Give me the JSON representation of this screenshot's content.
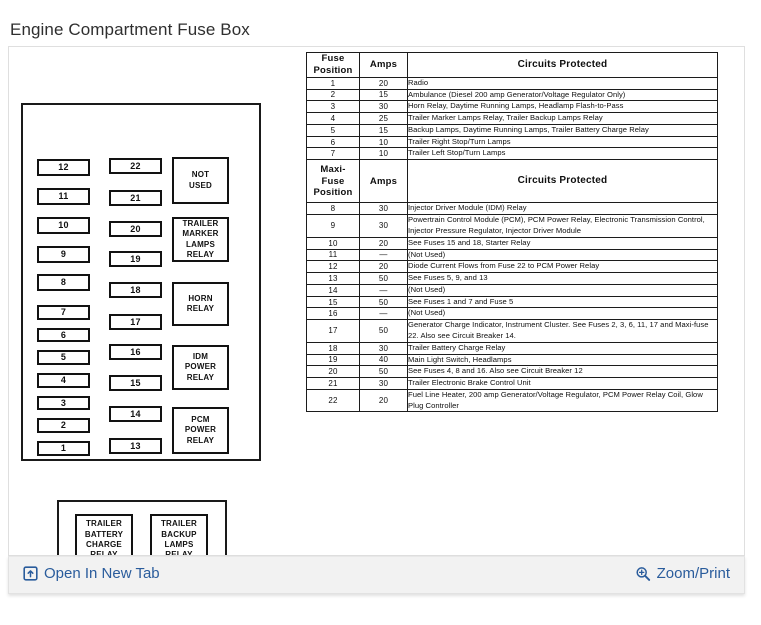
{
  "page": {
    "title": "Engine Compartment Fuse Box"
  },
  "diagram": {
    "name": "engine-compartment-fuse-box-diagram",
    "fuse_column_left": [
      "12",
      "11",
      "10",
      "9",
      "8",
      "7",
      "6",
      "5",
      "4",
      "3",
      "2",
      "1"
    ],
    "fuse_column_right": [
      "22",
      "21",
      "20",
      "19",
      "18",
      "17",
      "16",
      "15",
      "14",
      "13"
    ],
    "relays": [
      "NOT\nUSED",
      "TRAILER\nMARKER\nLAMPS\nRELAY",
      "HORN\nRELAY",
      "IDM\nPOWER\nRELAY",
      "PCM\nPOWER\nRELAY"
    ],
    "lower_relays": [
      "TRAILER\nBATTERY\nCHARGE\nRELAY",
      "TRAILER\nBACKUP\nLAMPS\nRELAY"
    ]
  },
  "table": {
    "headers": {
      "position": "Fuse\nPosition",
      "amps": "Amps",
      "circuits": "Circuits Protected"
    },
    "subheaders": {
      "position": "Maxi-Fuse\nPosition",
      "amps": "Amps",
      "circuits": "Circuits Protected"
    },
    "fuse_rows": [
      {
        "position": "1",
        "amps": "20",
        "circuits": "Radio"
      },
      {
        "position": "2",
        "amps": "15",
        "circuits": "Ambulance (Diesel 200 amp Generator/Voltage Regulator Only)"
      },
      {
        "position": "3",
        "amps": "30",
        "circuits": "Horn Relay, Daytime Running Lamps, Headlamp Flash-to-Pass"
      },
      {
        "position": "4",
        "amps": "25",
        "circuits": "Trailer Marker Lamps Relay, Trailer Backup Lamps Relay"
      },
      {
        "position": "5",
        "amps": "15",
        "circuits": "Backup Lamps, Daytime Running Lamps, Trailer Battery Charge Relay"
      },
      {
        "position": "6",
        "amps": "10",
        "circuits": "Trailer Right Stop/Turn Lamps"
      },
      {
        "position": "7",
        "amps": "10",
        "circuits": "Trailer Left Stop/Turn Lamps"
      }
    ],
    "maxi_fuse_rows": [
      {
        "position": "8",
        "amps": "30",
        "circuits": "Injector Driver Module (IDM) Relay"
      },
      {
        "position": "9",
        "amps": "30",
        "circuits": "Powertrain Control Module (PCM), PCM Power Relay, Electronic Transmission Control, Injector Pressure Regulator, Injector Driver Module"
      },
      {
        "position": "10",
        "amps": "20",
        "circuits": "See Fuses 15 and 18, Starter Relay"
      },
      {
        "position": "11",
        "amps": "—",
        "circuits": "(Not Used)"
      },
      {
        "position": "12",
        "amps": "20",
        "circuits": "Diode Current Flows from Fuse 22 to PCM Power Relay"
      },
      {
        "position": "13",
        "amps": "50",
        "circuits": "See Fuses 5, 9, and 13"
      },
      {
        "position": "14",
        "amps": "—",
        "circuits": "(Not Used)"
      },
      {
        "position": "15",
        "amps": "50",
        "circuits": "See Fuses 1 and 7 and Fuse 5"
      },
      {
        "position": "16",
        "amps": "—",
        "circuits": "(Not Used)"
      },
      {
        "position": "17",
        "amps": "50",
        "circuits": "Generator Charge Indicator, Instrument Cluster.  See Fuses 2, 3, 6, 11, 17 and Maxi-fuse 22.  Also see Circuit Breaker 14."
      },
      {
        "position": "18",
        "amps": "30",
        "circuits": "Trailer Battery Charge Relay"
      },
      {
        "position": "19",
        "amps": "40",
        "circuits": "Main Light Switch, Headlamps"
      },
      {
        "position": "20",
        "amps": "50",
        "circuits": "See Fuses 4, 8 and 16. Also see Circuit Breaker 12"
      },
      {
        "position": "21",
        "amps": "30",
        "circuits": "Trailer Electronic Brake Control Unit"
      },
      {
        "position": "22",
        "amps": "20",
        "circuits": "Fuel Line Heater, 200 amp Generator/Voltage Regulator, PCM Power Relay Coil, Glow Plug Controller"
      }
    ]
  },
  "actions": {
    "open_new_tab": "Open In New Tab",
    "zoom_print": "Zoom/Print",
    "link_color": "#2a5c9c"
  }
}
